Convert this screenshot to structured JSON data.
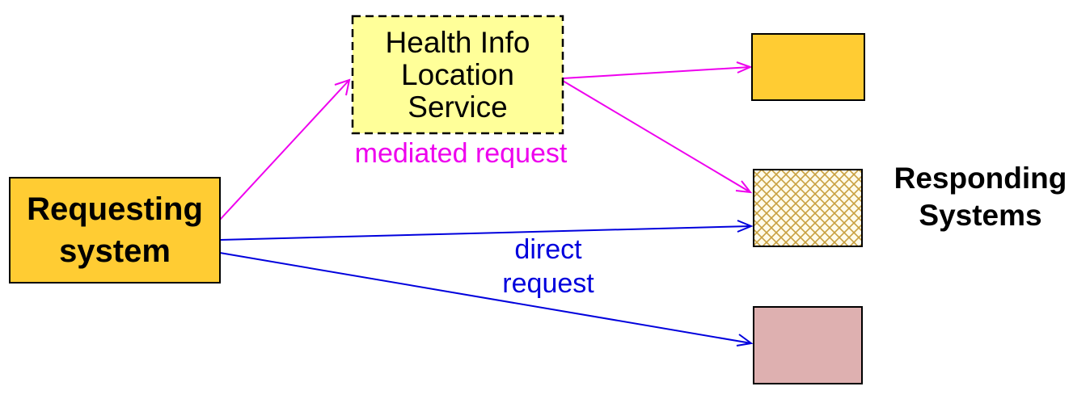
{
  "colors": {
    "requesting_fill": "#FFCC33",
    "hils_fill": "#FFFF99",
    "responder_1_fill": "#FFCC33",
    "responder_2_pattern": "#C8A040",
    "responder_3_fill": "#DEB0B0",
    "mediated_color": "#EE00EE",
    "direct_color": "#0000DD"
  },
  "nodes": {
    "requesting": {
      "lines": [
        "Requesting",
        "system"
      ]
    },
    "hils": {
      "lines": [
        "Health Info",
        "Location",
        "Service"
      ]
    },
    "responders_label": {
      "lines": [
        "Responding",
        "Systems"
      ]
    }
  },
  "edges": {
    "mediated_label": "mediated request",
    "direct_label": {
      "lines": [
        "direct",
        "request"
      ]
    }
  }
}
